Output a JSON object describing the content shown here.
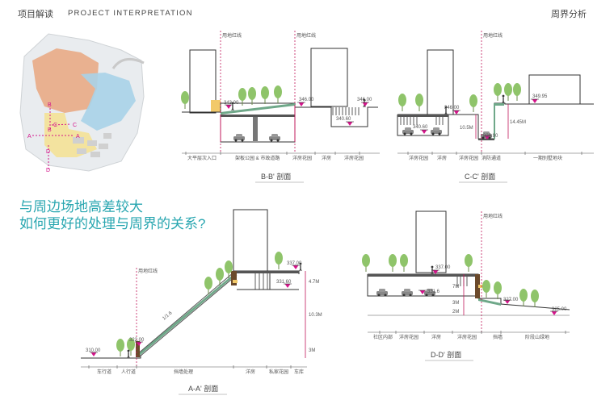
{
  "header": {
    "title_cn": "项目解读",
    "title_en": "PROJECT INTERPRETATION",
    "section": "周界分析"
  },
  "question": {
    "line1": "与周边场地高差较大",
    "line2": "如何更好的处理与周界的关系?"
  },
  "map": {
    "markers": [
      "A",
      "A",
      "B",
      "B",
      "C",
      "C",
      "D",
      "D"
    ]
  },
  "sections": {
    "bb": {
      "title": "B-B' 剖面",
      "redline_1": "用地红线",
      "redline_2": "用地红线",
      "elev_1": "343.00",
      "elev_2": "346.00",
      "elev_3": "346.00",
      "elev_4": "340.60",
      "label_1": "大平层次入口",
      "label_2": "架板公园 & 市政道路",
      "label_3": "洋房花园",
      "label_4": "洋房",
      "label_5": "洋房花园"
    },
    "cc": {
      "title": "C-C' 剖面",
      "redline": "用地红线",
      "elev_1": "340.60",
      "elev_2": "346.00",
      "elev_3": "335.90",
      "elev_4": "349.95",
      "dim_1": "10.5M",
      "dim_2": "14.45M",
      "label_1": "洋房花园",
      "label_2": "洋房",
      "label_3": "洋房花园",
      "label_4": "消防通道",
      "label_5": "一期别墅地块"
    },
    "aa": {
      "title": "A-A' 剖面",
      "redline": "用地红线",
      "elev_1": "310.00",
      "elev_2": "322.00",
      "elev_3": "337.00",
      "elev_4": "331.60",
      "slope": "1/1.6",
      "dim_1": "4.7M",
      "dim_2": "10.3M",
      "dim_3": "3M",
      "label_1": "车行道",
      "label_2": "人行道",
      "label_3": "挡墙处理",
      "label_4": "洋房",
      "label_5": "私家花园",
      "label_6": "车库"
    },
    "dd": {
      "title": "D-D' 剖面",
      "redline": "用地红线",
      "elev_1": "337.00",
      "elev_2": "331.6",
      "elev_3": "327.00",
      "elev_4": "325.00",
      "dim_1": "7M",
      "dim_2": "3M",
      "dim_3": "2M",
      "label_1": "社区内部",
      "label_2": "洋房花园",
      "label_3": "洋房",
      "label_4": "洋房花园",
      "label_5": "挡墙",
      "label_6": "阶段山绿地"
    }
  },
  "colors": {
    "redline": "#c2185b",
    "marker": "#d4148a",
    "tree": "#8fc46a",
    "accent": "#28a6b0",
    "orange_block": "#f2c96a",
    "map_orange": "#e9a77f",
    "map_blue": "#a9d3e8",
    "map_yellow": "#f3e39a"
  }
}
